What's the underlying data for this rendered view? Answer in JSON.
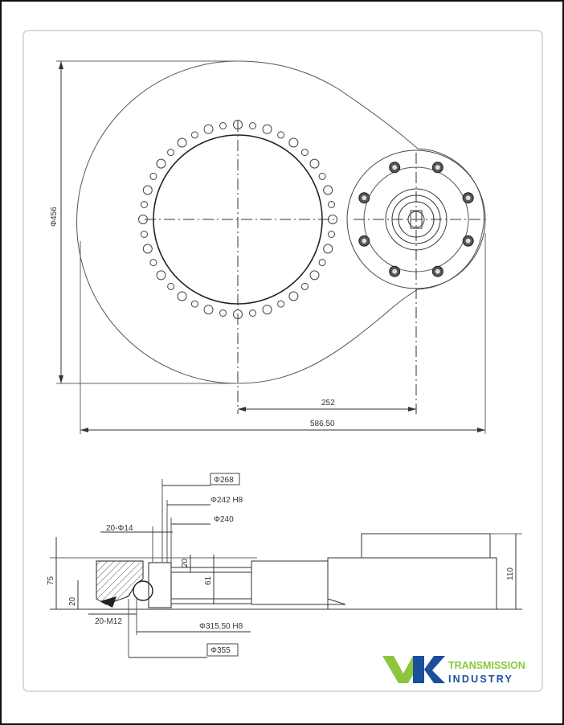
{
  "drawing": {
    "top_view": {
      "diameter_label": "Φ456",
      "center_distance_label": "252",
      "overall_length_label": "586.50"
    },
    "side_view": {
      "dia_268": "Φ268",
      "dia_242": "Φ242 H8",
      "dia_240": "Φ240",
      "holes_label": "20-Φ14",
      "dim_20_top": "20",
      "dim_61": "61",
      "dim_75": "75",
      "dim_20_left": "20",
      "thread_label": "20-M12",
      "dia_315": "Φ315.50 H8",
      "dia_355": "Φ355",
      "height_110": "110"
    }
  },
  "logo": {
    "letters": "VK",
    "line1": "TRANSMISSION",
    "line2": "INDUSTRY",
    "colors": {
      "green": "#8cc63f",
      "blue": "#1b4f9c"
    }
  }
}
